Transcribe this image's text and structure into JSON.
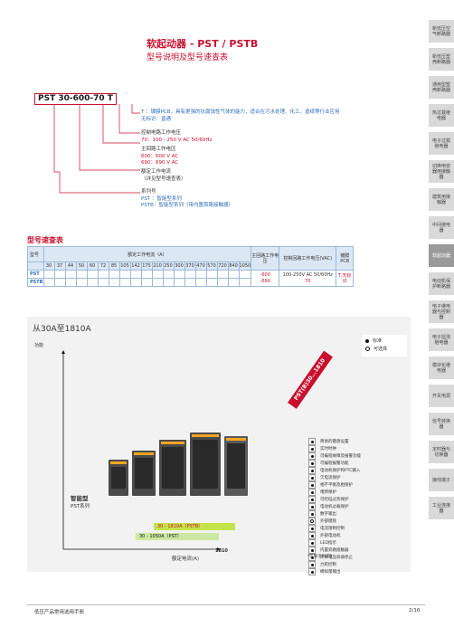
{
  "header": {
    "title": "软起动器 - PST / PSTB",
    "subtitle": "型号说明及型号速查表"
  },
  "sidebar": {
    "items": [
      {
        "label": "新低压空气断路器",
        "active": false
      },
      {
        "label": "新低压塑壳断路器",
        "active": false
      },
      {
        "label": "通用型塑壳断路器",
        "active": false
      },
      {
        "label": "热过载继电器",
        "active": false
      },
      {
        "label": "电子过载继电器",
        "active": false
      },
      {
        "label": "切换电容器用接触器",
        "active": false
      },
      {
        "label": "建筑用接触器",
        "active": false
      },
      {
        "label": "中间继电器",
        "active": false
      },
      {
        "label": "软起动器",
        "active": true
      },
      {
        "label": "电动机保护断路器",
        "active": false
      },
      {
        "label": "电子继电器与控制器",
        "active": false
      },
      {
        "label": "电子监测继电器",
        "active": false
      },
      {
        "label": "模块化继电器",
        "active": false
      },
      {
        "label": "开关电源",
        "active": false
      },
      {
        "label": "信号转换器",
        "active": false
      },
      {
        "label": "定时器与切换器",
        "active": false
      },
      {
        "label": "接线端子",
        "active": false
      },
      {
        "label": "工业连接器",
        "active": false
      }
    ]
  },
  "type_code": {
    "code": "PST 30-600-70 T",
    "t_desc": "T ：镀膜PCB，具有更强的抗腐蚀性气体的能力，适合在污水处理、化工、造纸等行业应用",
    "t_none": "无标识：普通",
    "ctrl_title": "控制电路工作电压",
    "ctrl_val": "70：100 - 250 V AC 50/60Hz",
    "main_title": "主回路工作电压",
    "main_600": "600：600 V AC",
    "main_690": "690：690 V AC",
    "cur_title": "额定工作电流",
    "cur_note": "（详见型号速查表）",
    "series_title": "系列号",
    "series_pst": "PST ：智能型系列",
    "series_pstb": "PSTB：智能型系列（带内置旁路接触器）"
  },
  "quick_table": {
    "title": "型号速查表",
    "col_model": "型号",
    "col_current": "额定工作电流（A）",
    "col_main_v": "主回路工作电压",
    "col_ctrl_v": "控制回路工作电压(VAC)",
    "col_pcb": "镀膜PCB",
    "currents": [
      "30",
      "37",
      "44",
      "50",
      "60",
      "72",
      "85",
      "105",
      "142",
      "175",
      "210",
      "250",
      "300",
      "370",
      "470",
      "570",
      "720",
      "840",
      "1050"
    ],
    "rows": [
      {
        "model": "PST",
        "main_v": "-600",
        "ctrl_v": "100-250V AC 50/60Hz",
        "ctrl_code": "70",
        "pcb": "T,无标识"
      },
      {
        "model": "PSTB",
        "main_v": "-690"
      }
    ]
  },
  "panel": {
    "title": "从30A至1810A",
    "y_label": "功能",
    "legend_std": "标准",
    "legend_opt": "可选择",
    "banner": "PST(B)30...1810",
    "features": [
      {
        "label": "简易的键盘设置",
        "opt": false
      },
      {
        "label": "实时时钟",
        "opt": false
      },
      {
        "label": "可编程故障及报警功能",
        "opt": false
      },
      {
        "label": "可编程报警功能",
        "opt": false
      },
      {
        "label": "电动机保护和PTC输入",
        "opt": false
      },
      {
        "label": "欠电流保护",
        "opt": false
      },
      {
        "label": "相不平衡及相保护",
        "opt": false
      },
      {
        "label": "堵转保护",
        "opt": false
      },
      {
        "label": "可控硅过热保护",
        "opt": false
      },
      {
        "label": "电动机过载保护",
        "opt": false
      },
      {
        "label": "数字输出",
        "opt": false
      },
      {
        "label": "外部键盘",
        "opt": true
      },
      {
        "label": "电流限制控制",
        "opt": false
      },
      {
        "label": "外部电动机",
        "opt": false
      },
      {
        "label": "LED指示",
        "opt": false
      },
      {
        "label": "内置旁路接触器",
        "opt": false
      },
      {
        "label": "阶梯电压斜坡停止",
        "opt": false
      },
      {
        "label": "力矩控制",
        "opt": false
      },
      {
        "label": "模拟量输出",
        "opt": false
      }
    ],
    "smart_label": "智能型",
    "smart_sub": "PST系列",
    "band_pstb": "30 - 1810A（PSTB）",
    "band_pst": "30 - 1050A（PST）",
    "x_value": "1810",
    "x_label": "额定电流(A)",
    "footnote": "*仅限于PSTB"
  },
  "footer": {
    "left": "低压产品常用选用手册",
    "right": "2/16"
  },
  "colors": {
    "accent": "#c8102e",
    "blue": "#2f6fb6",
    "pstb_band": "#c4e34b",
    "pst_band": "#cde8a2"
  }
}
